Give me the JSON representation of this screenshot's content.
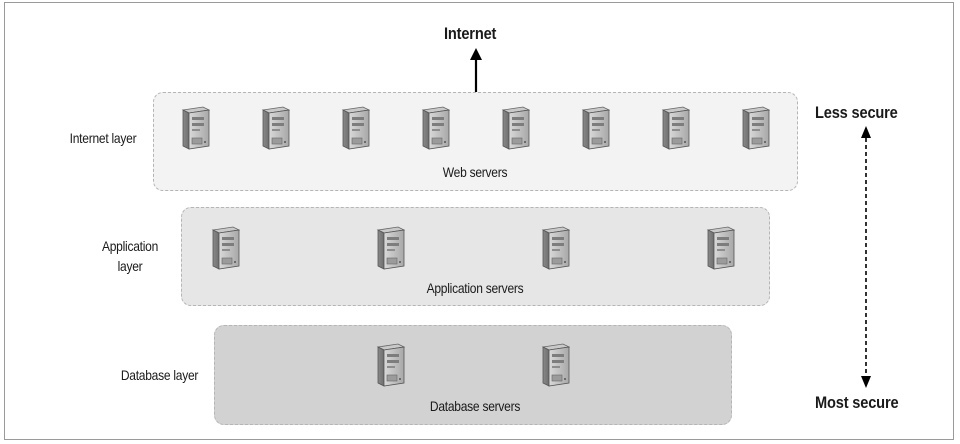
{
  "top_label": "Internet",
  "layers": [
    {
      "name": "Internet layer",
      "caption": "Web servers"
    },
    {
      "name": "Application\nlayer",
      "name_line1": "Application",
      "name_line2": "layer",
      "caption": "Application servers"
    },
    {
      "name": "Database layer",
      "caption": "Database servers"
    }
  ],
  "security_scale": {
    "top": "Less secure",
    "bottom": "Most secure"
  },
  "icons": {
    "server": "server-tower-icon"
  }
}
